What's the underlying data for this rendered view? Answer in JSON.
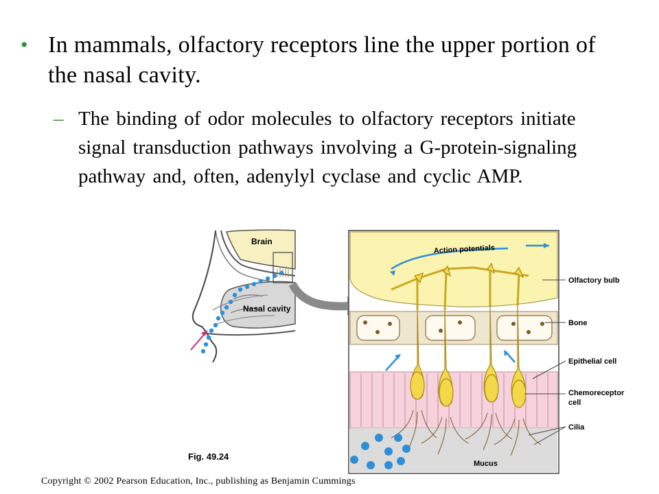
{
  "bullet": {
    "marker": "•",
    "text": "In mammals, olfactory receptors line the upper portion of the nasal cavity."
  },
  "sub_bullet": {
    "marker": "–",
    "text": "The binding of odor molecules to olfactory receptors initiate signal transduction pathways involving a G-protein-signaling pathway and, often, adenylyl cyclase and cyclic AMP."
  },
  "figure": {
    "caption": "Fig. 49.24",
    "head_labels": {
      "brain": "Brain",
      "nasal_cavity": "Nasal cavity"
    },
    "detail_labels": {
      "action_potentials": "Action potentials",
      "olfactory_bulb": "Olfactory bulb",
      "bone": "Bone",
      "epithelial_cell": "Epithelial cell",
      "chemoreceptor_cell_line1": "Chemoreceptor",
      "chemoreceptor_cell_line2": "cell",
      "cilia": "Cilia",
      "mucus": "Mucus"
    },
    "colors": {
      "bulb_yellow": "#fbf3b0",
      "neuron_yellow": "#f3d84a",
      "epithelium_pink": "#f6d3dc",
      "mucus_gray": "#dcdcdc",
      "odor_blue": "#2f8fd6",
      "arrow_gray": "#8a8a8a"
    }
  },
  "copyright": "Copyright © 2002 Pearson Education, Inc., publishing as Benjamin Cummings"
}
